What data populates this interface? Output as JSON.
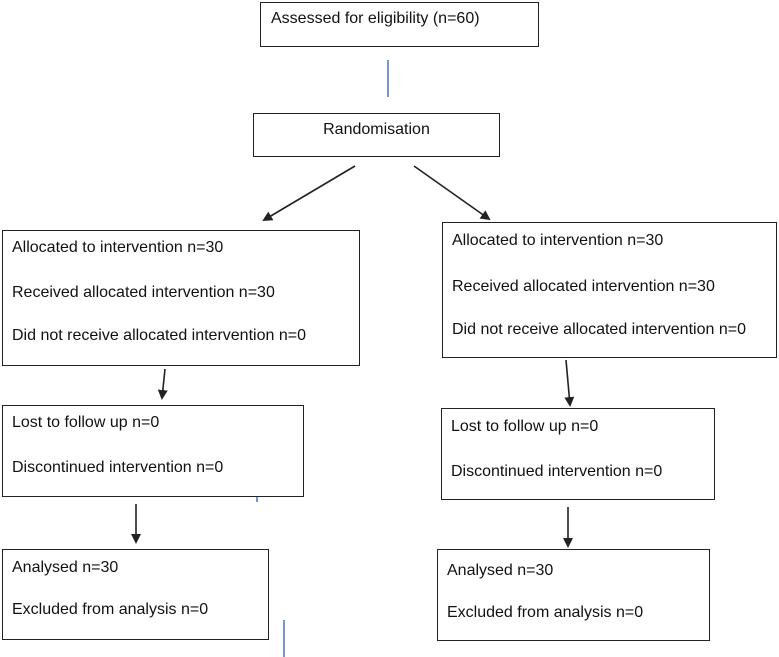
{
  "eligibility": {
    "text": "Assessed for eligibility (n=60)"
  },
  "randomisation": {
    "text": "Randomisation"
  },
  "left": {
    "allocation": [
      "Allocated to intervention n=30",
      "Received allocated intervention n=30",
      "Did not receive allocated intervention n=0"
    ],
    "followup": [
      "Lost to follow up n=0",
      "Discontinued intervention n=0"
    ],
    "analysis": [
      "Analysed n=30",
      "Excluded from analysis n=0"
    ]
  },
  "right": {
    "allocation": [
      "Allocated to intervention n=30",
      "Received allocated intervention n=30",
      "Did not receive allocated intervention n=0"
    ],
    "followup": [
      "Lost to follow up n=0",
      "Discontinued intervention n=0"
    ],
    "analysis": [
      "Analysed n=30",
      "Excluded from analysis n=0"
    ]
  },
  "colors": {
    "box_border": "#222222",
    "arrow": "#222222",
    "accent_line": "#4a6fd0"
  }
}
